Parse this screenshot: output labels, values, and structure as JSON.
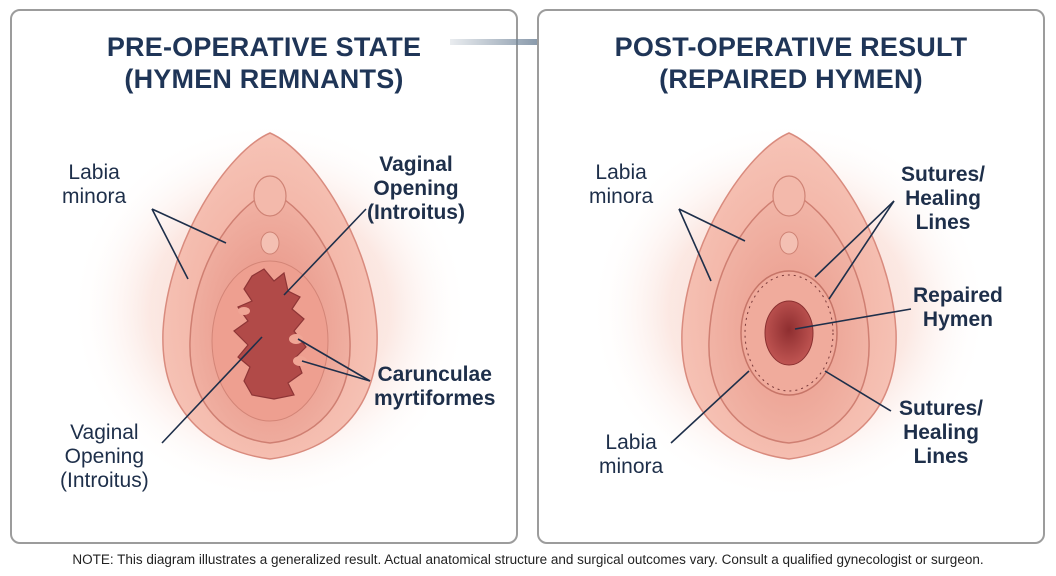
{
  "left_panel": {
    "title_line1": "PRE-OPERATIVE STATE",
    "title_line2": "(HYMEN REMNANTS)",
    "labels": {
      "labia_minora_l1": "Labia",
      "labia_minora_l2": "minora",
      "vaginal_opening_top_l1": "Vaginal",
      "vaginal_opening_top_l2": "Opening",
      "vaginal_opening_top_l3": "(Introitus)",
      "carunculae_l1": "Carunculae",
      "carunculae_l2": "myrtiformes",
      "vaginal_opening_bottom_l1": "Vaginal",
      "vaginal_opening_bottom_l2": "Opening",
      "vaginal_opening_bottom_l3": "(Introitus)"
    }
  },
  "right_panel": {
    "title_line1": "POST-OPERATIVE RESULT",
    "title_line2": "(REPAIRED HYMEN)",
    "labels": {
      "labia_minora_top_l1": "Labia",
      "labia_minora_top_l2": "minora",
      "sutures_top_l1": "Sutures/",
      "sutures_top_l2": "Healing",
      "sutures_top_l3": "Lines",
      "repaired_hymen_l1": "Repaired",
      "repaired_hymen_l2": "Hymen",
      "labia_minora_bottom_l1": "Labia",
      "labia_minora_bottom_l2": "minora",
      "sutures_bottom_l1": "Sutures/",
      "sutures_bottom_l2": "Healing",
      "sutures_bottom_l3": "Lines"
    }
  },
  "note": "NOTE: This diagram illustrates a generalized result. Actual anatomical structure and surgical outcomes vary. Consult a qualified gynecologist or surgeon.",
  "colors": {
    "title": "#1f3557",
    "label": "#1e2f4a",
    "tissue_outer": "#f2b6a8",
    "tissue_inner": "#e99a8b",
    "opening": "#b24a4a",
    "arrow": "#6f8398"
  }
}
